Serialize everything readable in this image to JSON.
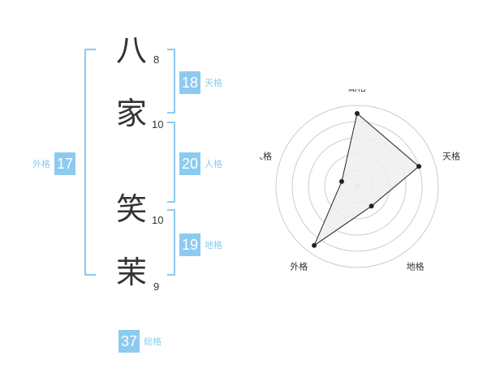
{
  "name_chars": [
    {
      "char": "八",
      "strokes": "8"
    },
    {
      "char": "家",
      "strokes": "10"
    },
    {
      "char": "笑",
      "strokes": "10"
    },
    {
      "char": "茉",
      "strokes": "9"
    }
  ],
  "fortunes": {
    "tenkaku": {
      "value": "18",
      "label": "天格"
    },
    "jinkaku": {
      "value": "20",
      "label": "人格"
    },
    "chikaku": {
      "value": "19",
      "label": "地格"
    },
    "gaikaku": {
      "value": "17",
      "label": "外格"
    },
    "soukaku": {
      "value": "37",
      "label": "総格"
    }
  },
  "colors": {
    "accent": "#8ccbf0",
    "text": "#333333",
    "grid": "#cccccc",
    "fill": "#eeeeee"
  },
  "chart_data": {
    "type": "radar",
    "axes": [
      "総格",
      "天格",
      "地格",
      "外格",
      "人格"
    ],
    "max": 5,
    "rings": 5,
    "values": [
      4.5,
      4.0,
      1.5,
      4.5,
      1.0
    ]
  }
}
